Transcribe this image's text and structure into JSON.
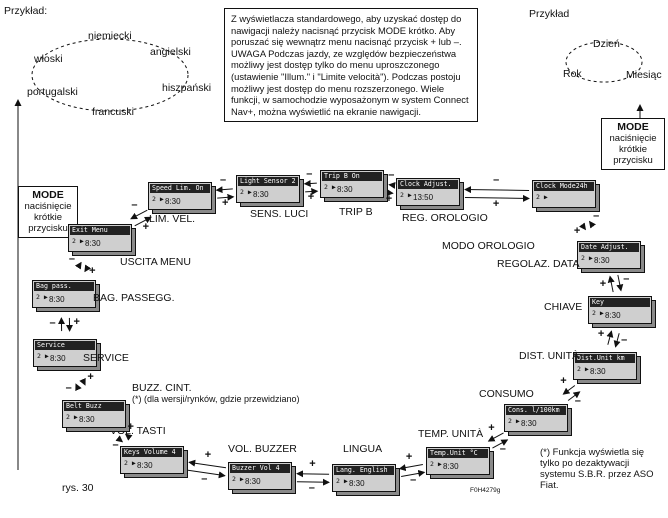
{
  "left_example": {
    "title": "Przykład:",
    "languages": [
      "niemiecki",
      "angielski",
      "hiszpański",
      "francuski",
      "portugalski",
      "włoski"
    ]
  },
  "right_example": {
    "title": "Przykład",
    "items": [
      "Dzień",
      "Miesiąc",
      "Rok"
    ]
  },
  "info_text": "Z wyświetlacza standardowego, aby uzyskać dostęp do nawigacji należy nacisnąć przycisk MODE krótko. Aby poruszać się wewnątrz menu nacisnąć przycisk + lub –. UWAGA Podczas jazdy, ze względów bezpieczeństwa możliwy jest dostęp tylko do menu uproszczonego (ustawienie \"Illum.\" i \"Limite velocità\"). Podczas postoju możliwy jest dostęp do menu rozszerzonego. Wiele funkcji, w samochodzie wyposażonym w system Connect Nav+, można wyświetlić na ekranie nawigacji.",
  "mode_left": {
    "key": "MODE",
    "desc": "naciśnięcie krótkie przycisku"
  },
  "mode_right": {
    "key": "MODE",
    "desc": "naciśnięcie krótkie przycisku"
  },
  "menu_items": [
    {
      "label": "SENS. LUCI",
      "screen": "Light Sensor 2",
      "time": "8:30"
    },
    {
      "label": "TRIP B",
      "screen": "Trip B      On",
      "time": "8:30"
    },
    {
      "label": "REG. OROLOGIO",
      "screen": "Clock Adjust.",
      "time": "13:50"
    },
    {
      "label": "MODO OROLOGIO",
      "screen": "Clock Mode24h",
      "time": ""
    },
    {
      "label": "REGOLAZ. DATA",
      "screen": "Date Adjust.",
      "time": "8:30"
    },
    {
      "label": "CHIAVE",
      "screen": "Key",
      "time": "8:30"
    },
    {
      "label": "DIST. UNITÀ",
      "screen": "Dist.Unit km",
      "time": "8:30"
    },
    {
      "label": "CONSUMO",
      "screen": "Cons. l/100km",
      "time": "8:30"
    },
    {
      "label": "TEMP. UNITÀ",
      "screen": "Temp.Unit °C",
      "time": "8:30"
    },
    {
      "label": "LINGUA",
      "screen": "Lang. English",
      "time": "8:30"
    },
    {
      "label": "VOL. BUZZER",
      "screen": "Buzzer Vol 4",
      "time": "8:30"
    },
    {
      "label": "VOL. TASTI",
      "screen": "Keys Volume 4",
      "time": "8:30"
    },
    {
      "label": "BUZZ. CINT.",
      "screen": "Belt Buzz",
      "time": "8:30"
    },
    {
      "label": "SERVICE",
      "screen": "Service",
      "time": "8:30"
    },
    {
      "label": "BAG. PASSEGG.",
      "screen": "Bag pass.",
      "time": "8:30"
    },
    {
      "label": "USCITA MENU",
      "screen": "Exit Menu",
      "time": "8:30"
    },
    {
      "label": "LIM. VEL.",
      "screen": "Speed Lim. On",
      "time": "8:30"
    }
  ],
  "belt_note": "(*) (dla wersji/rynków, gdzie przewidziano)",
  "footnote": "(*) Funkcja wyświetla się tylko po dezaktywacji systemu S.B.R. przez ASO Fiat.",
  "figure_label": "rys. 30",
  "figure_code": "F0H4279g",
  "plus": "+",
  "minus": "–"
}
